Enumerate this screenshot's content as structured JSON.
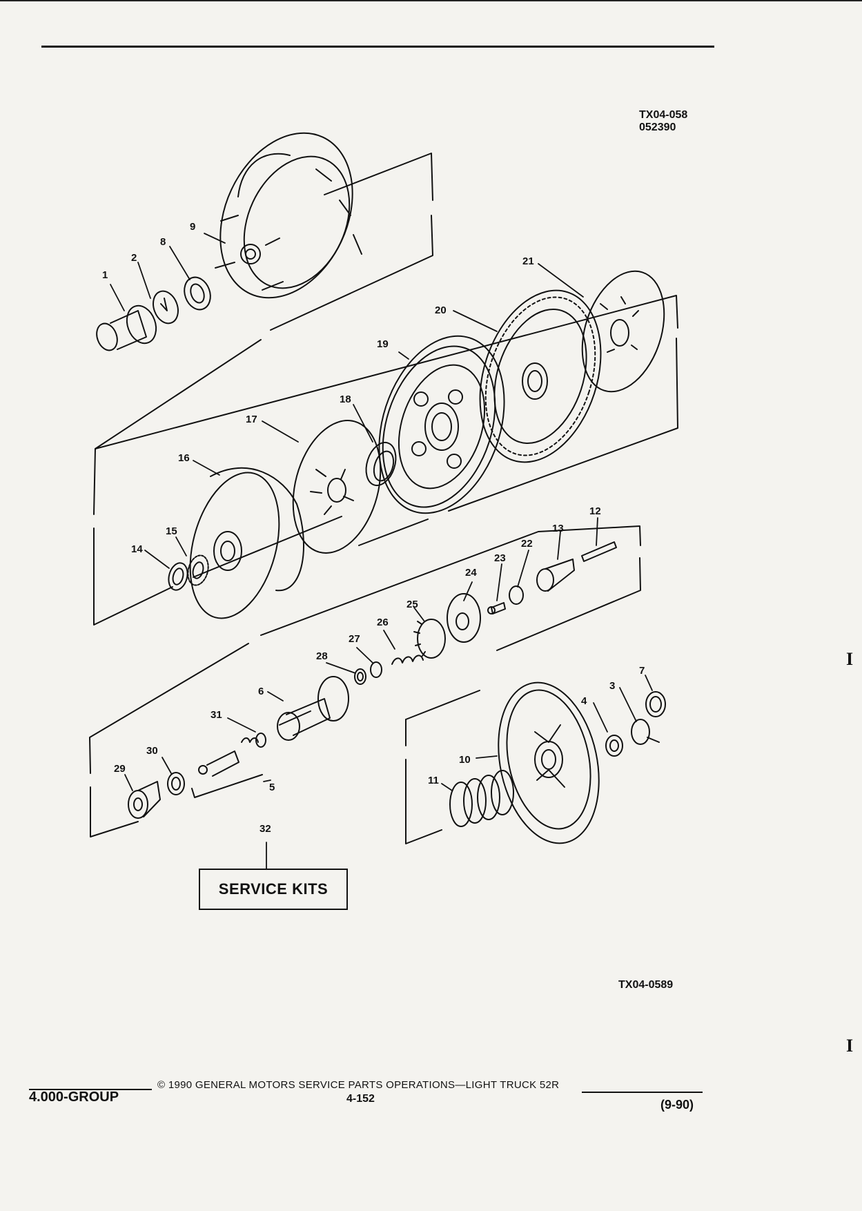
{
  "header": {
    "ref_code_top": "TX04-058",
    "ref_date_top": "052390"
  },
  "diagram": {
    "callouts": [
      "1",
      "2",
      "3",
      "4",
      "5",
      "6",
      "7",
      "8",
      "9",
      "10",
      "11",
      "12",
      "13",
      "14",
      "15",
      "16",
      "17",
      "18",
      "19",
      "20",
      "21",
      "22",
      "23",
      "24",
      "25",
      "26",
      "27",
      "28",
      "29",
      "30",
      "31",
      "32"
    ],
    "service_kits_label": "SERVICE KITS",
    "ref_code_bottom": "TX04-0589"
  },
  "footer": {
    "group": "4.000-GROUP",
    "copyright": "© 1990 GENERAL MOTORS SERVICE PARTS OPERATIONS—LIGHT TRUCK 52R",
    "page_number": "4-152",
    "revision": "(9-90)"
  },
  "margin_marks": [
    "I",
    "I"
  ]
}
